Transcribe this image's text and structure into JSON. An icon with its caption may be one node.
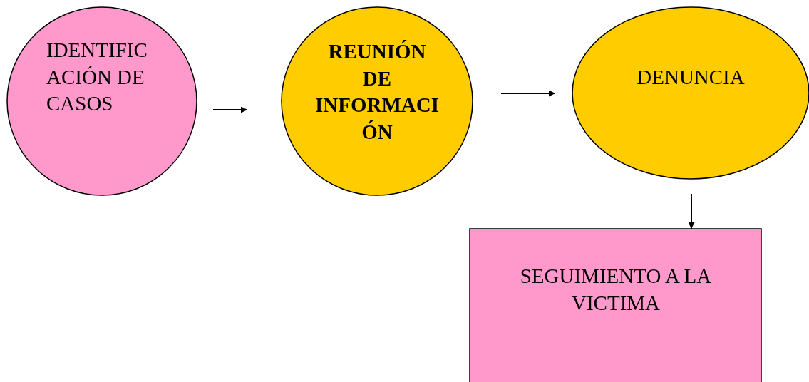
{
  "diagram": {
    "nodes": [
      {
        "text": [
          "IDENTIFICACIÓN DE CASOS"
        ]
      },
      {
        "text": [
          "REUNIÓN DE INFORMACIÓN"
        ]
      },
      {
        "text": [
          "DENUNCIA"
        ]
      },
      {
        "text": [
          "SEGUIMIENTO A LA VICTIMA"
        ]
      }
    ],
    "edges": [
      {
        "from": 0,
        "to": 1,
        "arrow": "to"
      },
      {
        "from": 1,
        "to": 2,
        "arrow": "to"
      },
      {
        "from": 2,
        "to": 3,
        "arrow": "to"
      }
    ]
  }
}
